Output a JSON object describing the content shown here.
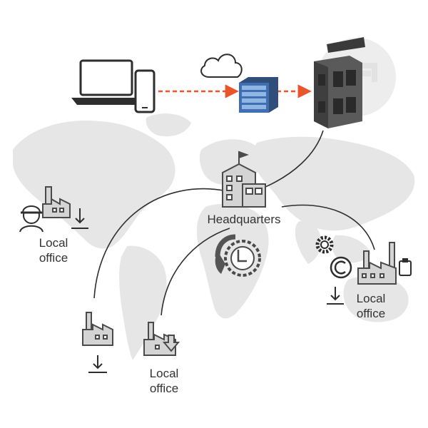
{
  "colors": {
    "map": "#e6e6e6",
    "line": "#2e2e2e",
    "icon_stroke": "#4a4a4a",
    "icon_fill": "#d4d4d4",
    "accent_orange": "#e8552a",
    "server_blue": "#3f6fb0",
    "watermark": "#ededed"
  },
  "labels": {
    "headquarters": "Headquarters",
    "left_office": {
      "line1": "Local",
      "line2": "office"
    },
    "bottom_office": {
      "line1": "Local",
      "line2": "office"
    },
    "right_office": {
      "line1": "Local",
      "line2": "office"
    }
  },
  "icons": [
    "laptop-icon",
    "smartphone-icon",
    "cloud-icon",
    "server-icon",
    "gateway-device-icon",
    "headquarters-building-icon",
    "sync-gear-icon",
    "worker-icon",
    "factory-icon",
    "download-icon",
    "gear-icon",
    "copyright-icon"
  ]
}
